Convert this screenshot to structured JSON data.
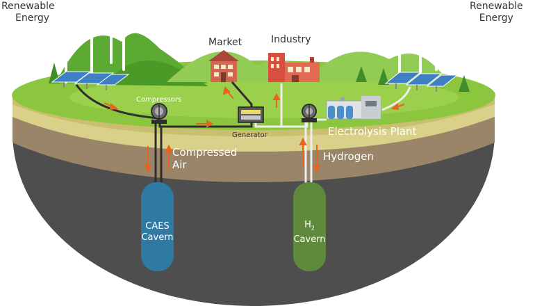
{
  "labels": {
    "renewable_left_1": "Renewable",
    "renewable_left_2": "Energy",
    "renewable_right_1": "Renewable",
    "renewable_right_2": "Energy",
    "market": "Market",
    "industry": "Industry",
    "compressors": "Compressors",
    "generator": "Generator",
    "electrolysis_plant": "Electrolysis Plant",
    "compressed_1": "Compressed",
    "compressed_2": "Air",
    "hydrogen": "Hydrogen",
    "caes_1": "CAES",
    "caes_2": "Cavern",
    "h2_main": "H",
    "h2_sub": "2",
    "h2_cavern": "Cavern"
  },
  "colors": {
    "grass": "#8cc63f",
    "grass_dark": "#6fae2e",
    "sand": "#d9d08a",
    "soil": "#9a8569",
    "rock": "#4e4e4e",
    "caes_cavern": "#2f7aa3",
    "h2_cavern": "#5f8a3c",
    "pipe_dark": "#2e2e2e",
    "pipe_light": "#eeeeee",
    "arrow": "#e8641e"
  },
  "icons": [
    "wind-turbine-icon",
    "solar-panel-icon",
    "market-building-icon",
    "factory-icon",
    "compressor-icon",
    "generator-icon",
    "electrolysis-plant-icon",
    "tree-icon"
  ]
}
